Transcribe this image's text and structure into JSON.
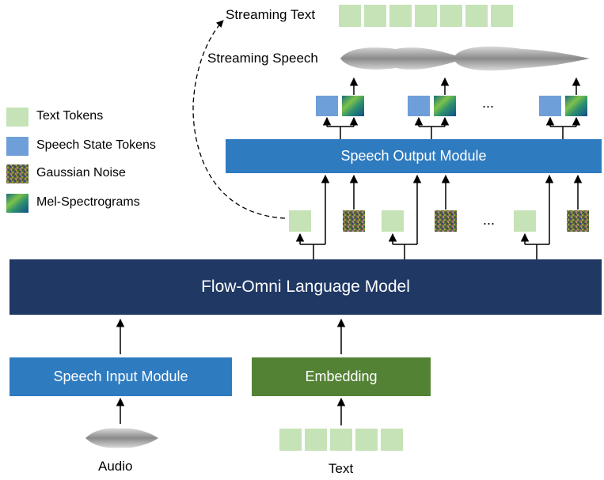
{
  "labels": {
    "streaming_text": "Streaming Text",
    "streaming_speech": "Streaming Speech",
    "audio": "Audio",
    "text": "Text",
    "ellipsis": "..."
  },
  "legend": {
    "text_tokens": "Text Tokens",
    "speech_state_tokens": "Speech State Tokens",
    "gaussian_noise": "Gaussian Noise",
    "mel_spectrograms": "Mel-Spectrograms"
  },
  "modules": {
    "speech_output": "Speech Output Module",
    "language_model": "Flow-Omni Language Model",
    "speech_input": "Speech Input Module",
    "embedding": "Embedding"
  },
  "colors": {
    "text_token": "#c5e3b6",
    "speech_state_token": "#6f9fd8",
    "speech_output_module": "#2f7bc0",
    "language_model": "#1f3864",
    "speech_input_module": "#2f7bc0",
    "embedding": "#548235"
  }
}
